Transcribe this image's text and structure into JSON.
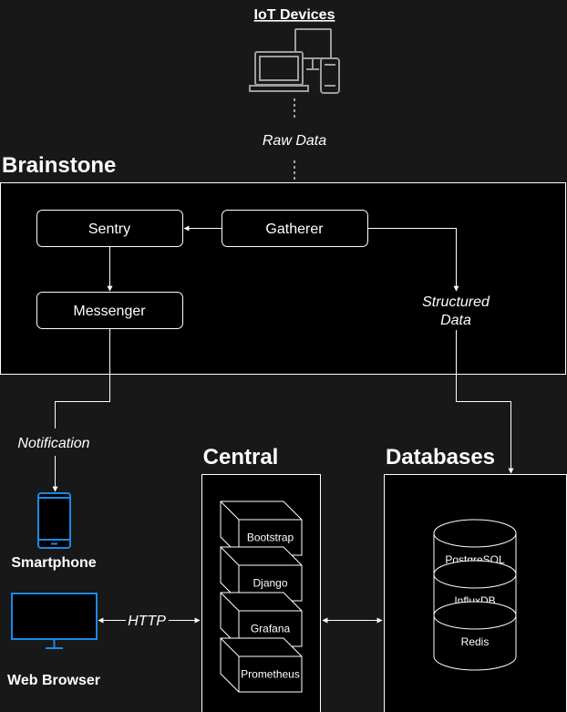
{
  "iot": {
    "title": "IoT Devices"
  },
  "edges": {
    "raw_data": "Raw Data",
    "structured_data_line1": "Structured",
    "structured_data_line2": "Data",
    "notification": "Notification",
    "http": "HTTP"
  },
  "brainstone": {
    "title": "Brainstone",
    "nodes": {
      "sentry": "Sentry",
      "gatherer": "Gatherer",
      "messenger": "Messenger"
    }
  },
  "clients": {
    "smartphone": "Smartphone",
    "web_browser": "Web Browser"
  },
  "central": {
    "title": "Central",
    "components": [
      "Bootstrap",
      "Django",
      "Grafana",
      "Prometheus"
    ]
  },
  "databases": {
    "title": "Databases",
    "items": [
      "PostgreSQL",
      "InfluxDB",
      "Redis"
    ]
  },
  "colors": {
    "background": "#181818",
    "box_fill": "#000000",
    "stroke": "#ffffff",
    "device_blue": "#1e88e5",
    "iot_icon_gray": "#9e9e9e"
  }
}
